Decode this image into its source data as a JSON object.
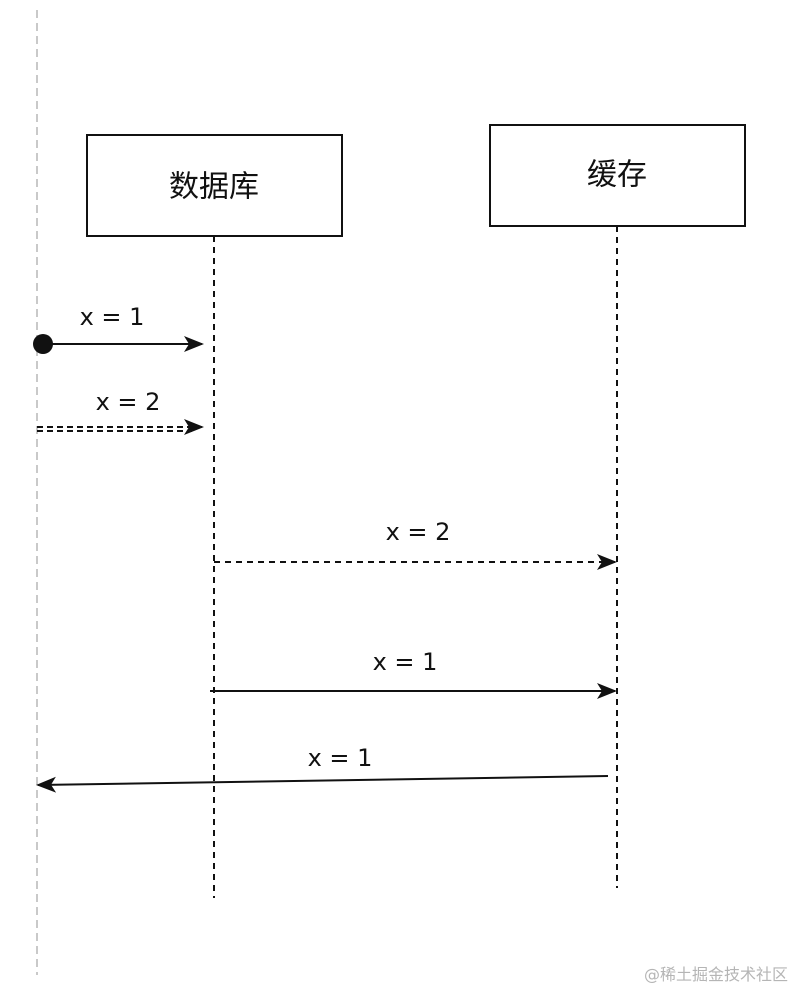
{
  "participants": {
    "database": {
      "label": "数据库"
    },
    "cache": {
      "label": "缓存"
    }
  },
  "messages": [
    {
      "label": "x = 1"
    },
    {
      "label": "x = 2"
    },
    {
      "label": "x = 2"
    },
    {
      "label": "x = 1"
    },
    {
      "label": "x = 1"
    }
  ],
  "watermark": "@稀土掘金技术社区",
  "colors": {
    "line": "#111111",
    "outer_lifeline": "#c9c9c9",
    "background": "#ffffff"
  }
}
